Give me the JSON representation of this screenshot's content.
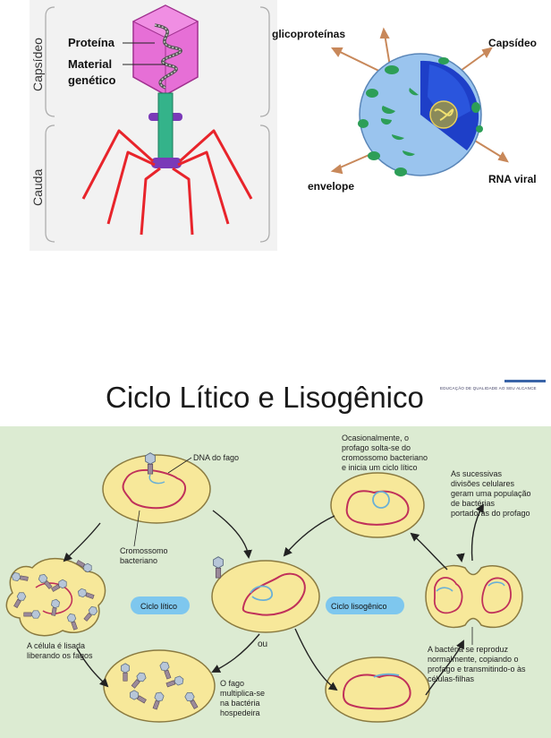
{
  "phage": {
    "capsid_label": "Capsídeo",
    "tail_label": "Cauda",
    "protein_label": "Proteína",
    "genetic_label_line1": "Material",
    "genetic_label_line2": "genético"
  },
  "enveloped_virus": {
    "glycoproteins_label": "glicoproteínas",
    "capsid_label": "Capsídeo",
    "envelope_label": "envelope",
    "rna_label": "RNA viral"
  },
  "cycle": {
    "title": "Ciclo Lítico e Lisogênico",
    "logo_text": "EDUCAÇÃO DE QUALIDADE AO SEU ALCANCE",
    "dna_label": "DNA do fago",
    "chromosome_line1": "Cromossomo",
    "chromosome_line2": "bacteriano",
    "lytic_label": "Ciclo lítico",
    "lysogenic_label": "Ciclo lisogênico",
    "or_label": "ou",
    "lysed_line1": "A célula é lisada",
    "lysed_line2": "liberando os fagos",
    "multiplies_line1": "O fago",
    "multiplies_line2": "multiplica-se",
    "multiplies_line3": "na bactéria",
    "multiplies_line4": "hospedeira",
    "occasionally_line1": "Ocasionalmente, o",
    "occasionally_line2": "profago solta-se do",
    "occasionally_line3": "cromossomo bacteriano",
    "occasionally_line4": "e inicia um ciclo lítico",
    "divisions_line1": "As sucessivas",
    "divisions_line2": "divisões celulares",
    "divisions_line3": "geram uma população",
    "divisions_line4": "de bactérias",
    "divisions_line5": "portadoras do profago",
    "reproduces_line1": "A bactéria se reproduz",
    "reproduces_line2": "normalmente, copiando o",
    "reproduces_line3": "profago e transmitindo-o às",
    "reproduces_line4": "células-filhas"
  }
}
